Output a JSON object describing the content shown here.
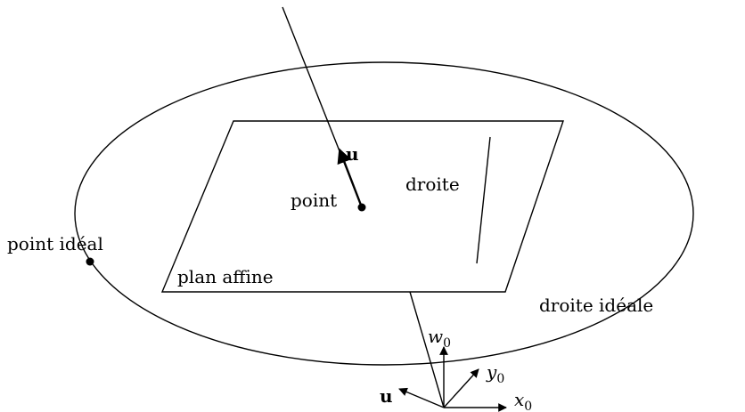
{
  "labels": {
    "vector_u_top": "u",
    "point": "point",
    "droite": "droite",
    "point_ideal": "point idéal",
    "plan_affine": "plan affine",
    "droite_ideale": "droite idéale",
    "w_axis": "w",
    "w_axis_sub": "0",
    "y_axis": "y",
    "y_axis_sub": "0",
    "x_axis": "x",
    "x_axis_sub": "0",
    "vector_u_bottom": "u"
  },
  "colors": {
    "ink": "#000000",
    "background": "#ffffff"
  }
}
